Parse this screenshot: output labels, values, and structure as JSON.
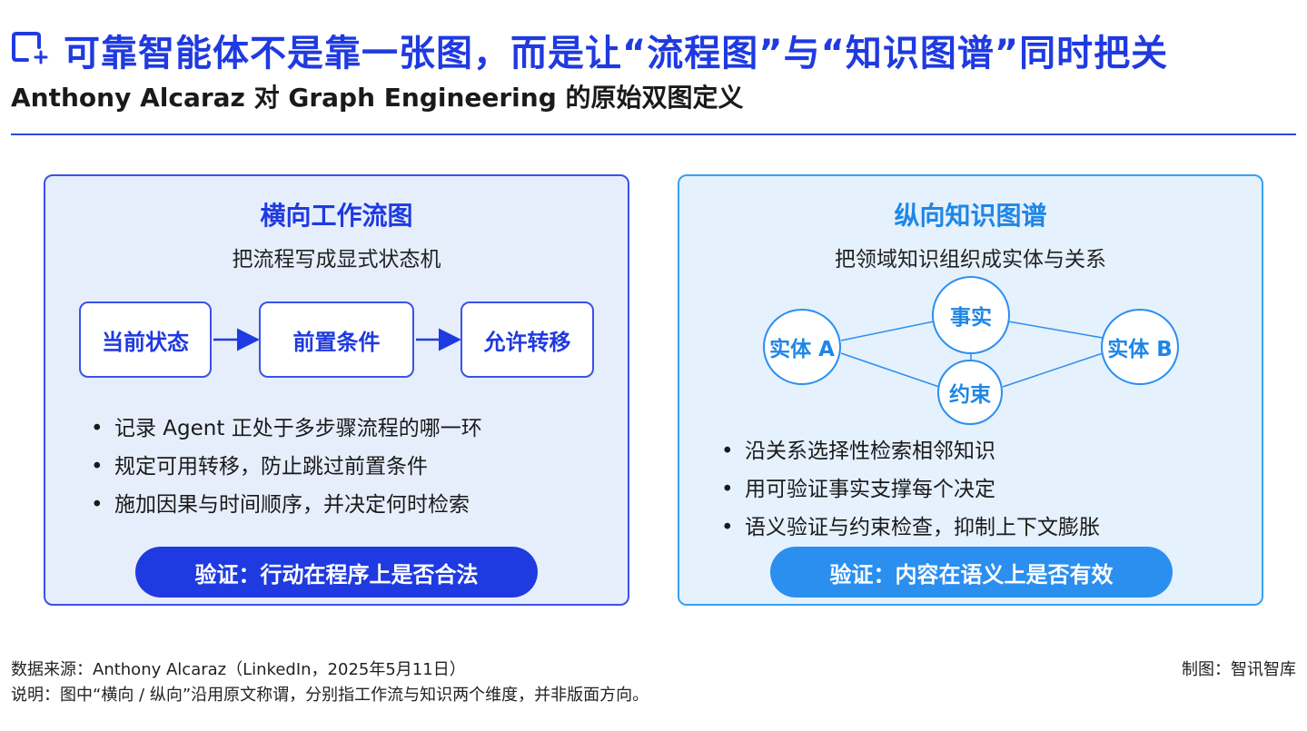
{
  "header": {
    "logo_icon": "doc-plus-icon",
    "title": "可靠智能体不是靠一张图，而是让“流程图”与“知识图谱”同时把关",
    "subtitle": "Anthony Alcaraz 对 Graph Engineering 的原始双图定义"
  },
  "left_panel": {
    "title": "横向工作流图",
    "subtitle": "把流程写成显式状态机",
    "steps": [
      "当前状态",
      "前置条件",
      "允许转移"
    ],
    "bullets": [
      "记录 Agent 正处于多步骤流程的哪一环",
      "规定可用转移，防止跳过前置条件",
      "施加因果与时间顺序，并决定何时检索"
    ],
    "verify": "验证：行动在程序上是否合法"
  },
  "right_panel": {
    "title": "纵向知识图谱",
    "subtitle": "把领域知识组织成实体与关系",
    "nodes": {
      "entity_a": "实体 A",
      "fact": "事实",
      "constraint": "约束",
      "entity_b": "实体 B"
    },
    "bullets": [
      "沿关系选择性检索相邻知识",
      "用可验证事实支撑每个决定",
      "语义验证与约束检查，抑制上下文膨胀"
    ],
    "verify": "验证：内容在语义上是否有效"
  },
  "footer": {
    "source": "数据来源：Anthony Alcaraz（LinkedIn，2025年5月11日）",
    "note": "说明：图中“横向 / 纵向”沿用原文称谓，分别指工作流与知识两个维度，并非版面方向。",
    "credit": "制图：智讯智库"
  },
  "colors": {
    "primary_blue": "#1f3ae0",
    "light_blue": "#2b8fef",
    "left_panel_bg": "#e6eefc",
    "right_panel_bg": "#e5f1fd"
  }
}
